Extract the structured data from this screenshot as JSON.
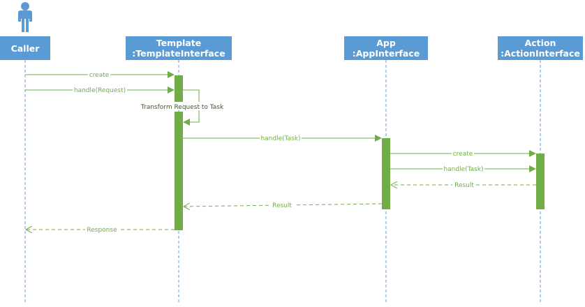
{
  "actor": {
    "name": "Caller"
  },
  "participants": [
    {
      "id": "template",
      "line1": "Template",
      "line2": ":TemplateInterface"
    },
    {
      "id": "app",
      "line1": "App",
      "line2": ":AppInterface"
    },
    {
      "id": "action",
      "line1": "Action",
      "line2": ":ActionInterface"
    }
  ],
  "messages": [
    {
      "id": "m1",
      "label": "create",
      "from": "caller",
      "to": "template",
      "type": "sync"
    },
    {
      "id": "m2",
      "label": "handle(Request)",
      "from": "caller",
      "to": "template",
      "type": "sync"
    },
    {
      "id": "m3",
      "label": "Transform Request to Task",
      "from": "template",
      "to": "template",
      "type": "self"
    },
    {
      "id": "m4",
      "label": "handle(Task)",
      "from": "template",
      "to": "app",
      "type": "sync"
    },
    {
      "id": "m5",
      "label": "create",
      "from": "app",
      "to": "action",
      "type": "sync"
    },
    {
      "id": "m6",
      "label": "handle(Task)",
      "from": "app",
      "to": "action",
      "type": "sync"
    },
    {
      "id": "m7",
      "label": "Result",
      "from": "action",
      "to": "app",
      "type": "return"
    },
    {
      "id": "m8",
      "label": "Result",
      "from": "app",
      "to": "template",
      "type": "return"
    },
    {
      "id": "m9",
      "label": "Response",
      "from": "template",
      "to": "caller",
      "type": "return"
    }
  ],
  "colors": {
    "header": "#5b9bd5",
    "header_text": "#ffffff",
    "lifeline": "#5b9bd5",
    "message": "#70ad47",
    "activation": "#70ad47"
  }
}
